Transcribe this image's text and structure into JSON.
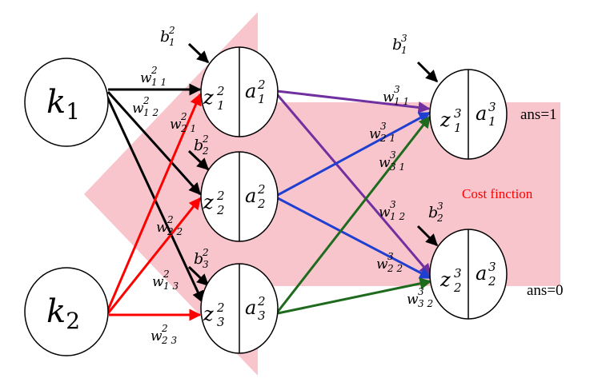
{
  "colors": {
    "arrow_background": "#f9c5cd",
    "black_edges": "#000000",
    "red_edges": "#ff0000",
    "purple_edges": "#7030a0",
    "blue_edges": "#1f3fd0",
    "green_edges": "#1e6b1e",
    "cost_text": "#ff0000"
  },
  "inputs": [
    {
      "main": "k",
      "sub": "1"
    },
    {
      "main": "k",
      "sub": "2"
    }
  ],
  "hidden_neurons": [
    {
      "z_main": "z",
      "z_sub": "1",
      "z_sup": "2",
      "a_main": "a",
      "a_sub": "1",
      "a_sup": "2"
    },
    {
      "z_main": "z",
      "z_sub": "2",
      "z_sup": "2",
      "a_main": "a",
      "a_sub": "2",
      "a_sup": "2"
    },
    {
      "z_main": "z",
      "z_sub": "3",
      "z_sup": "2",
      "a_main": "a",
      "a_sub": "3",
      "a_sup": "2"
    }
  ],
  "output_neurons": [
    {
      "z_main": "z",
      "z_sub": "1",
      "z_sup": "3",
      "a_main": "a",
      "a_sub": "1",
      "a_sup": "3"
    },
    {
      "z_main": "z",
      "z_sub": "2",
      "z_sup": "3",
      "a_main": "a",
      "a_sub": "2",
      "a_sup": "3"
    }
  ],
  "biases": [
    {
      "main": "b",
      "sub": "1",
      "sup": "2"
    },
    {
      "main": "b",
      "sub": "2",
      "sup": "2"
    },
    {
      "main": "b",
      "sub": "3",
      "sup": "2"
    },
    {
      "main": "b",
      "sub": "1",
      "sup": "3"
    },
    {
      "main": "b",
      "sub": "2",
      "sup": "3"
    }
  ],
  "weights": [
    {
      "main": "w",
      "sub": "1 1",
      "sup": "2"
    },
    {
      "main": "w",
      "sub": "1 2",
      "sup": "2"
    },
    {
      "main": "w",
      "sub": "2 1",
      "sup": "2"
    },
    {
      "main": "w",
      "sub": "2 2",
      "sup": "2"
    },
    {
      "main": "w",
      "sub": "1 3",
      "sup": "2"
    },
    {
      "main": "w",
      "sub": "2 3",
      "sup": "2"
    },
    {
      "main": "w",
      "sub": "1 1",
      "sup": "3"
    },
    {
      "main": "w",
      "sub": "2 1",
      "sup": "3"
    },
    {
      "main": "w",
      "sub": "3 1",
      "sup": "3"
    },
    {
      "main": "w",
      "sub": "1 2",
      "sup": "3"
    },
    {
      "main": "w",
      "sub": "2 2",
      "sup": "3"
    },
    {
      "main": "w",
      "sub": "3 2",
      "sup": "3"
    }
  ],
  "answers": [
    "ans=1",
    "ans=0"
  ],
  "cost_label": "Cost finction"
}
